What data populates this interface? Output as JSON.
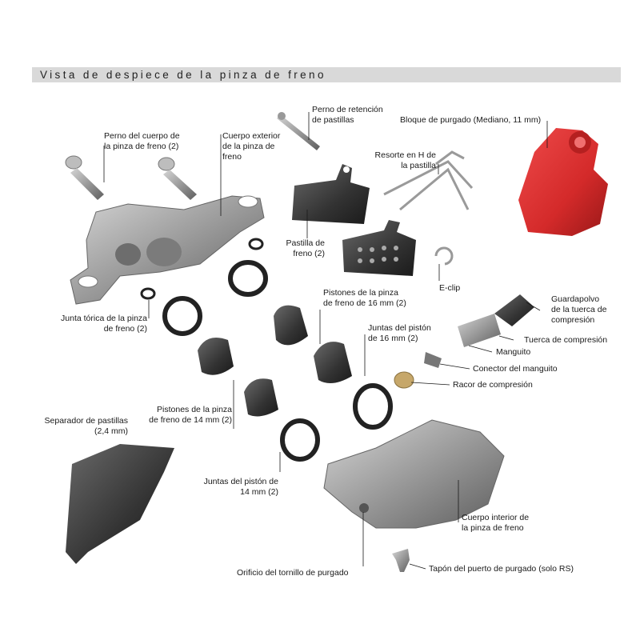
{
  "title": "Vista de despiece de la pinza de freno",
  "labels": {
    "perno_cuerpo": [
      "Perno del cuerpo de",
      "la pinza de freno (2)"
    ],
    "cuerpo_exterior": [
      "Cuerpo exterior",
      "de la pinza de",
      "freno"
    ],
    "perno_retencion": [
      "Perno de retención",
      "de pastillas"
    ],
    "bloque_purgado": [
      "Bloque de purgado (Mediano, 11 mm)"
    ],
    "resorte_h": [
      "Resorte en H de",
      "la pastilla"
    ],
    "pastilla": [
      "Pastilla de",
      "freno (2)"
    ],
    "e_clip": [
      "E-clip"
    ],
    "guardapolvo": [
      "Guardapolvo",
      "de la tuerca de",
      "compresión"
    ],
    "tuerca": [
      "Tuerca de compresión"
    ],
    "manguito": [
      "Manguito"
    ],
    "conector": [
      "Conector del manguito"
    ],
    "racor": [
      "Racor de compresión"
    ],
    "junta_torica": [
      "Junta tórica de la pinza",
      "de freno (2)"
    ],
    "pistones_16": [
      "Pistones de la pinza",
      "de freno de 16 mm (2)"
    ],
    "juntas_16": [
      "Juntas del pistón",
      "de 16 mm (2)"
    ],
    "separador": [
      "Separador de pastillas",
      "(2,4 mm)"
    ],
    "pistones_14": [
      "Pistones de la pinza",
      "de freno de 14 mm (2)"
    ],
    "juntas_14": [
      "Juntas del pistón de",
      "14 mm (2)"
    ],
    "cuerpo_interior": [
      "Cuerpo interior de",
      "la pinza de freno"
    ],
    "orificio": [
      "Orificio del tornillo de purgado"
    ],
    "tapon": [
      "Tapón del puerto de purgado (solo RS)"
    ]
  },
  "colors": {
    "title_bar": "#d9d9d9",
    "metal": "#9a9a9a",
    "dark_part": "#3a3a3a",
    "bleed_block": "#d42a2a"
  }
}
